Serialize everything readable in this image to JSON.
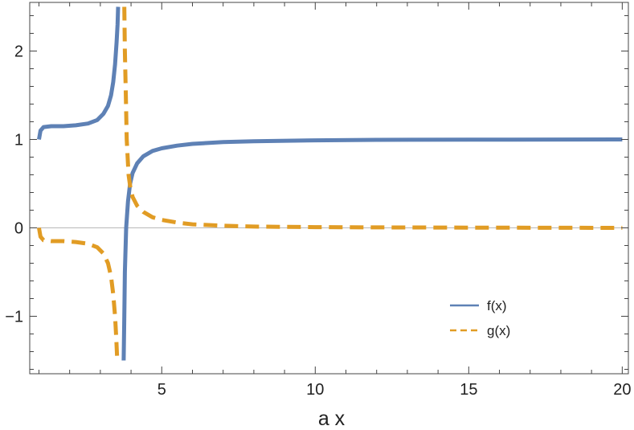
{
  "chart_data": {
    "type": "line",
    "title": "",
    "xlabel": "a x",
    "ylabel": "",
    "xlim": [
      0.7,
      20.2
    ],
    "ylim": [
      -1.65,
      2.55
    ],
    "x_ticks": [
      5,
      10,
      15,
      20
    ],
    "x_tick_labels": [
      "5",
      "10",
      "15",
      "20"
    ],
    "y_ticks": [
      -1,
      0,
      1,
      2
    ],
    "y_tick_labels": [
      "−1",
      "0",
      "1",
      "2"
    ],
    "grid": false,
    "zero_line": true,
    "legend_position": "bottom-right",
    "series": [
      {
        "name": "f(x)",
        "style": "solid",
        "color": "#5e81b5",
        "segments": [
          [
            [
              1.0,
              1.0
            ],
            [
              1.05,
              1.1
            ],
            [
              1.15,
              1.14
            ],
            [
              1.4,
              1.15
            ],
            [
              1.8,
              1.15
            ],
            [
              2.2,
              1.16
            ],
            [
              2.6,
              1.18
            ],
            [
              2.9,
              1.22
            ],
            [
              3.1,
              1.29
            ],
            [
              3.25,
              1.38
            ],
            [
              3.35,
              1.5
            ],
            [
              3.42,
              1.65
            ],
            [
              3.48,
              1.85
            ],
            [
              3.53,
              2.1
            ],
            [
              3.56,
              2.3
            ],
            [
              3.58,
              2.5
            ]
          ],
          [
            [
              3.76,
              -1.5
            ],
            [
              3.78,
              -1.0
            ],
            [
              3.8,
              -0.5
            ],
            [
              3.84,
              0.0
            ],
            [
              3.9,
              0.3
            ],
            [
              3.97,
              0.5
            ],
            [
              4.05,
              0.62
            ],
            [
              4.2,
              0.73
            ],
            [
              4.4,
              0.81
            ],
            [
              4.7,
              0.87
            ],
            [
              5.0,
              0.9
            ],
            [
              5.5,
              0.93
            ],
            [
              6.0,
              0.95
            ],
            [
              7.0,
              0.97
            ],
            [
              8.0,
              0.98
            ],
            [
              10.0,
              0.99
            ],
            [
              12.0,
              0.995
            ],
            [
              15.0,
              0.997
            ],
            [
              20.0,
              1.0
            ]
          ]
        ]
      },
      {
        "name": "g(x)",
        "style": "dashed",
        "color": "#e19c24",
        "segments": [
          [
            [
              1.0,
              0.0
            ],
            [
              1.05,
              -0.1
            ],
            [
              1.15,
              -0.14
            ],
            [
              1.4,
              -0.15
            ],
            [
              1.8,
              -0.15
            ],
            [
              2.2,
              -0.16
            ],
            [
              2.6,
              -0.18
            ],
            [
              2.9,
              -0.22
            ],
            [
              3.1,
              -0.29
            ],
            [
              3.25,
              -0.4
            ],
            [
              3.35,
              -0.55
            ],
            [
              3.42,
              -0.75
            ],
            [
              3.48,
              -1.0
            ],
            [
              3.52,
              -1.25
            ],
            [
              3.55,
              -1.5
            ]
          ],
          [
            [
              3.78,
              2.5
            ],
            [
              3.8,
              2.0
            ],
            [
              3.83,
              1.5
            ],
            [
              3.86,
              1.0
            ],
            [
              3.92,
              0.6
            ],
            [
              3.98,
              0.45
            ],
            [
              4.05,
              0.35
            ],
            [
              4.2,
              0.25
            ],
            [
              4.4,
              0.18
            ],
            [
              4.7,
              0.12
            ],
            [
              5.0,
              0.09
            ],
            [
              5.5,
              0.06
            ],
            [
              6.0,
              0.04
            ],
            [
              7.0,
              0.025
            ],
            [
              8.0,
              0.015
            ],
            [
              10.0,
              0.008
            ],
            [
              12.0,
              0.005
            ],
            [
              15.0,
              0.003
            ],
            [
              20.0,
              0.0
            ]
          ]
        ]
      }
    ]
  }
}
